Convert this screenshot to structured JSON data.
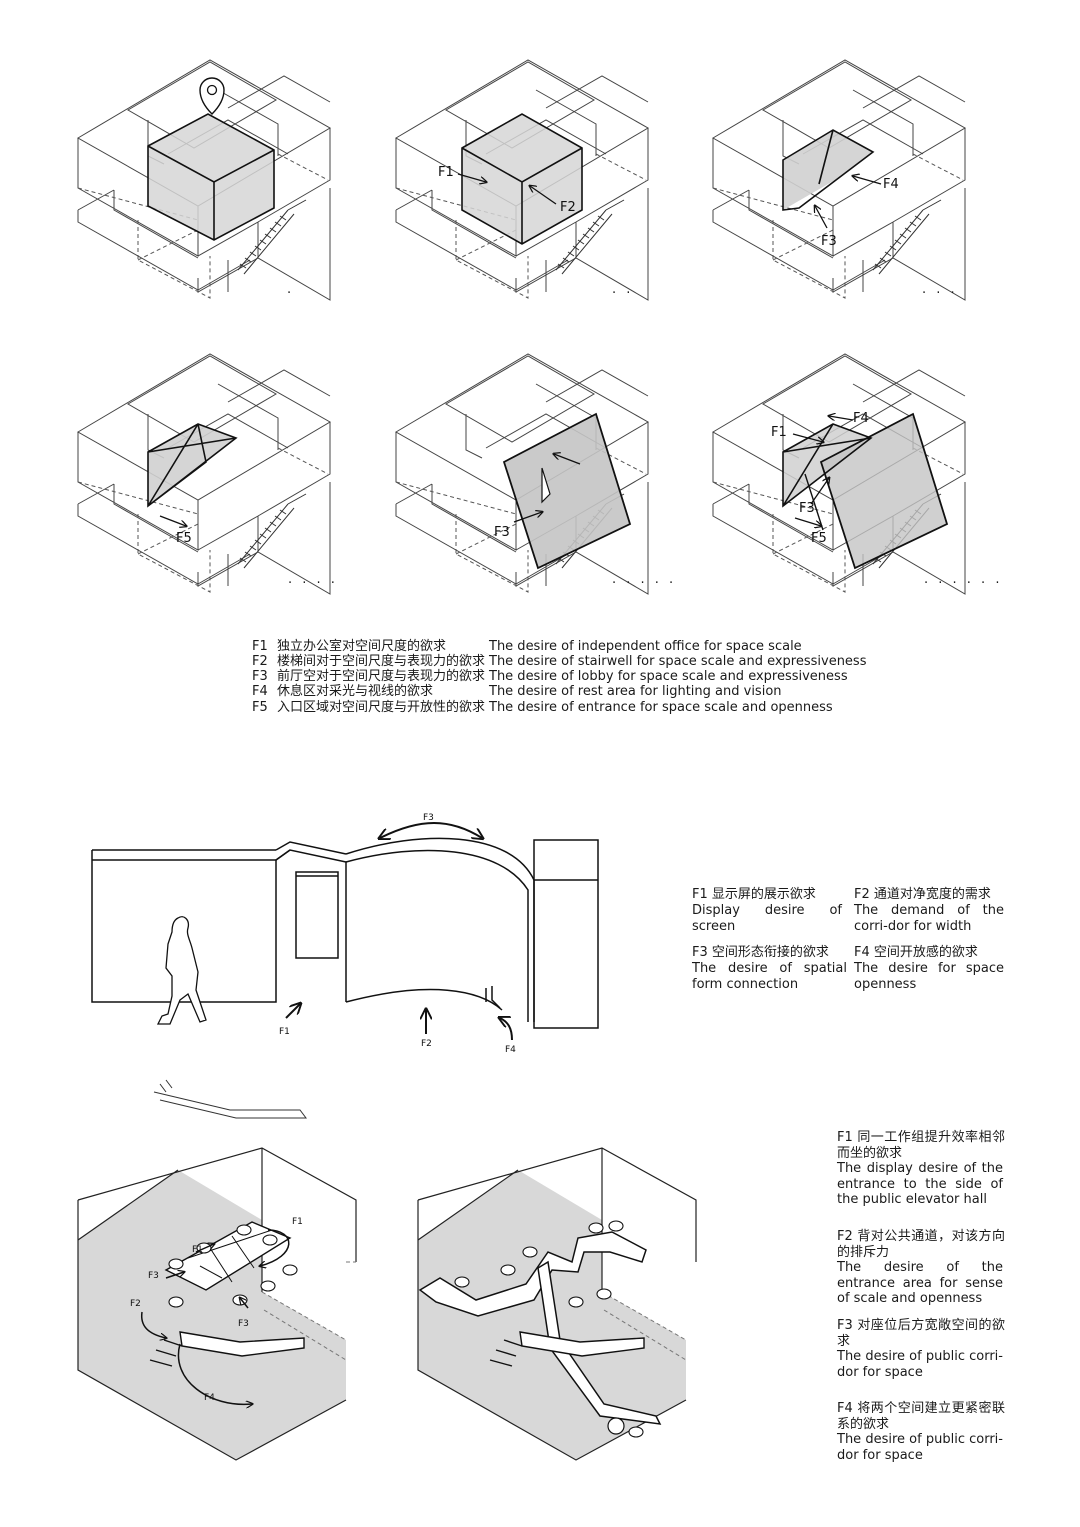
{
  "top_legend": [
    {
      "code": "F1",
      "zh": "独立办公室对空间尺度的欲求",
      "en": "The desire of independent office for space scale"
    },
    {
      "code": "F2",
      "zh": "楼梯间对于空间尺度与表现力的欲求",
      "en": "The desire of stairwell for space scale and expressiveness"
    },
    {
      "code": "F3",
      "zh": "前厅空对于空间尺度与表现力的欲求",
      "en": "The desire of lobby for space scale and expressiveness"
    },
    {
      "code": "F4",
      "zh": "休息区对采光与视线的欲求",
      "en": "The desire of rest area for lighting and vision"
    },
    {
      "code": "F5",
      "zh": "入口区域对空间尺度与开放性的欲求",
      "en": "The desire of entrance for space scale  and openness"
    }
  ],
  "panel_dots": [
    ".",
    ". .",
    ". . .",
    ". . . .",
    ". . . . .",
    ". . . . . ."
  ],
  "panel_labels": {
    "p2": [
      "F1",
      "F2"
    ],
    "p3": [
      "F4",
      "F3"
    ],
    "p4": [
      "F5"
    ],
    "p5": [
      "F3"
    ],
    "p6": [
      "F1",
      "F4",
      "F3",
      "F5"
    ]
  },
  "wall_labels": {
    "f3": "F3",
    "f1": "F1",
    "f2": "F2",
    "f4": "F4"
  },
  "mid_legend": [
    {
      "zh": "F1 显示屏的展示欲求",
      "en": "Display desire of screen"
    },
    {
      "zh": "F2 通道对净宽度的需求",
      "en": "The demand of the corri-dor for width"
    },
    {
      "zh": "F3 空间形态衔接的欲求",
      "en": "The desire of spatial form connection"
    },
    {
      "zh": "F4 空间开放感的欲求",
      "en": "The  desire  for  space openness"
    }
  ],
  "office_labels": [
    "F1",
    "F1",
    "F3",
    "F2",
    "F3",
    "F4"
  ],
  "bottom_legend": [
    {
      "zh": "F1   同一工作组提升效率相邻而坐的欲求",
      "en": "The display desire of the entrance to the side of the public elevator hall"
    },
    {
      "zh": "F2   背对公共通道，对该方向的排斥力",
      "en": "The desire of the entrance area for sense of scale and openness"
    },
    {
      "zh": "F3   对座位后方宽敞空间的欲求",
      "en": "The desire of public corri-dor for space"
    },
    {
      "zh": "F4   将两个空间建立更紧密联系的欲求",
      "en": "The desire of public corri-dor for space"
    }
  ],
  "colors": {
    "line": "#1a1a1a",
    "light": "#777777",
    "fill": "#d9d9d9",
    "fill_dark": "#c8c8c8"
  }
}
